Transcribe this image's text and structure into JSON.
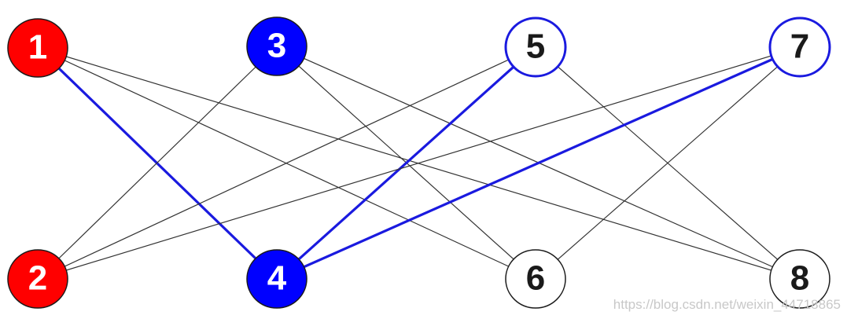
{
  "colors": {
    "red": "#ff0000",
    "blue": "#0000ff",
    "black": "#1a1a1a",
    "white": "#ffffff",
    "thin_edge": "#333333",
    "matched_edge": "#1a1adf"
  },
  "nodes": [
    {
      "id": "1",
      "label": "1",
      "style": "red"
    },
    {
      "id": "3",
      "label": "3",
      "style": "blue"
    },
    {
      "id": "5",
      "label": "5",
      "style": "blue-outline"
    },
    {
      "id": "7",
      "label": "7",
      "style": "blue-outline"
    },
    {
      "id": "2",
      "label": "2",
      "style": "red"
    },
    {
      "id": "4",
      "label": "4",
      "style": "blue"
    },
    {
      "id": "6",
      "label": "6",
      "style": "plain"
    },
    {
      "id": "8",
      "label": "8",
      "style": "plain"
    }
  ],
  "edges": [
    {
      "from": "1",
      "to": "4",
      "matched": true
    },
    {
      "from": "1",
      "to": "6",
      "matched": false
    },
    {
      "from": "1",
      "to": "8",
      "matched": false
    },
    {
      "from": "3",
      "to": "2",
      "matched": false
    },
    {
      "from": "3",
      "to": "6",
      "matched": false
    },
    {
      "from": "3",
      "to": "8",
      "matched": false
    },
    {
      "from": "5",
      "to": "2",
      "matched": false
    },
    {
      "from": "5",
      "to": "4",
      "matched": true
    },
    {
      "from": "5",
      "to": "8",
      "matched": false
    },
    {
      "from": "7",
      "to": "2",
      "matched": false
    },
    {
      "from": "7",
      "to": "4",
      "matched": true
    },
    {
      "from": "7",
      "to": "6",
      "matched": false
    }
  ],
  "watermark": "https://blog.csdn.net/weixin_44718865"
}
